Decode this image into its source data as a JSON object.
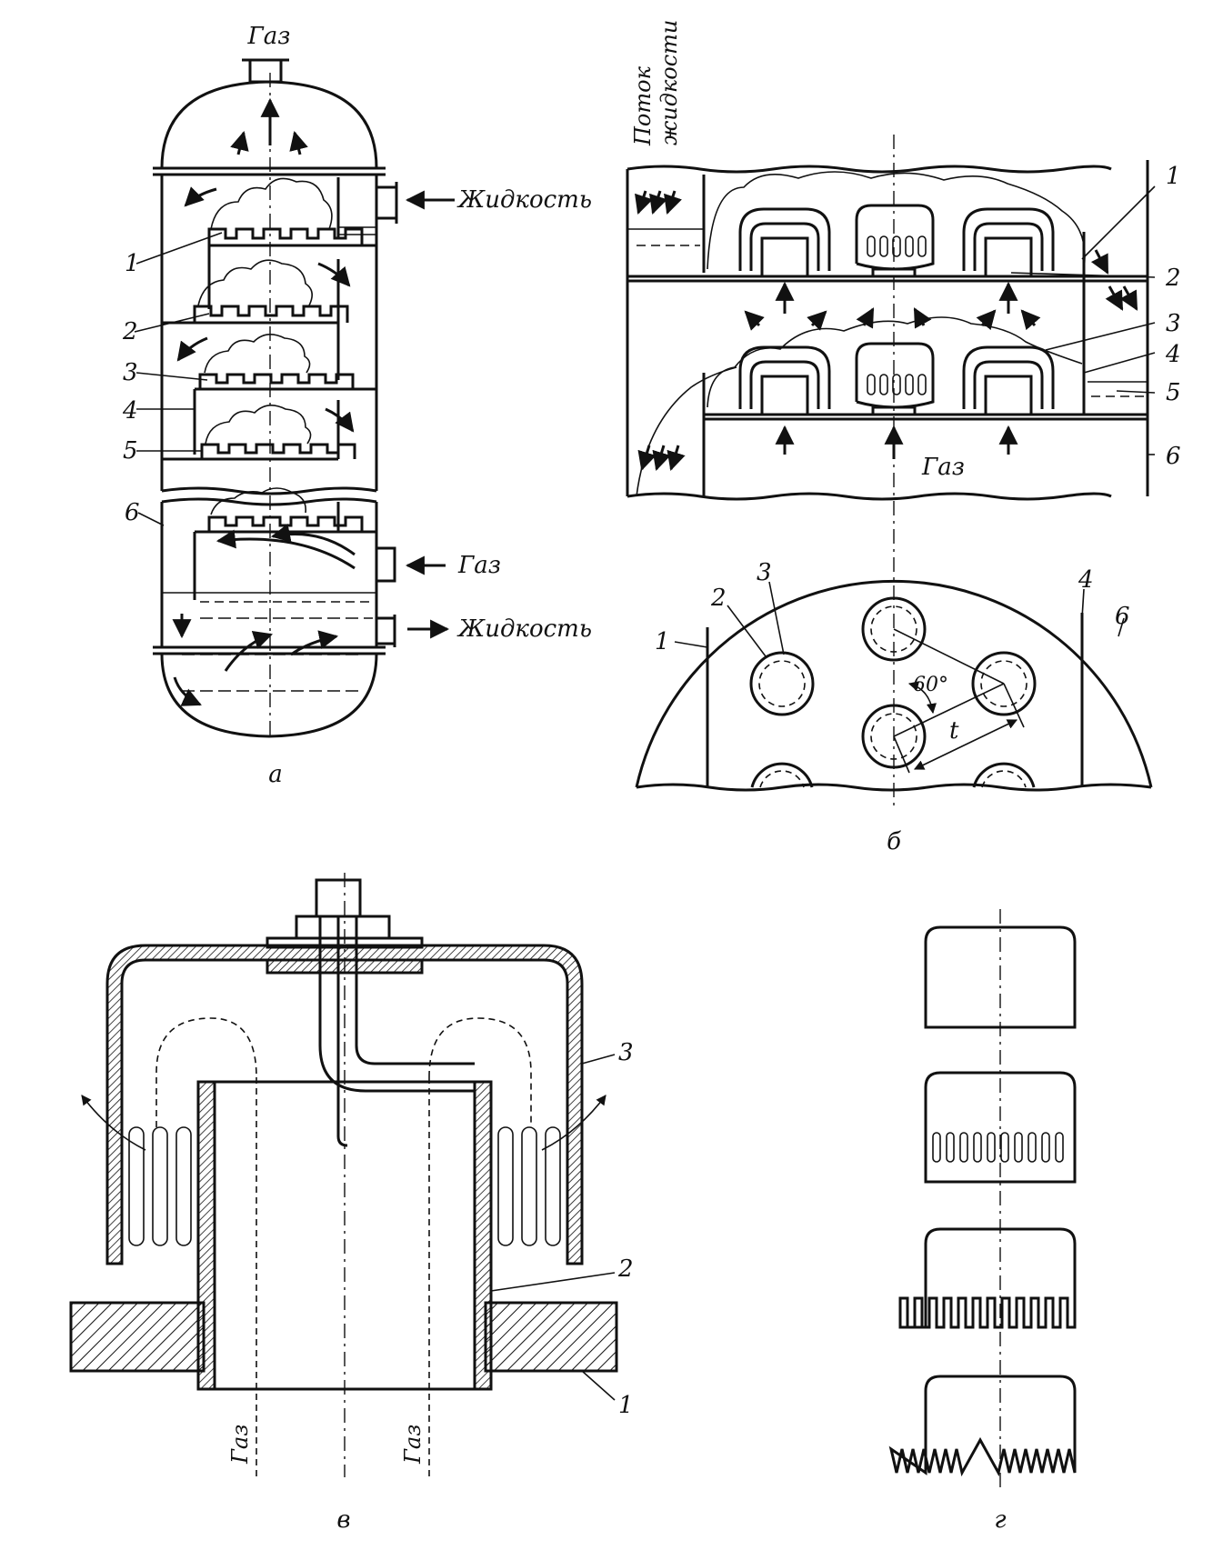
{
  "panel_a": {
    "label": "а",
    "gas_top": "Газ",
    "liquid_in": "Жидкость",
    "gas_in": "Газ",
    "liquid_out": "Жидкость",
    "callouts": [
      "1",
      "2",
      "3",
      "4",
      "5",
      "6"
    ]
  },
  "panel_b": {
    "label": "б",
    "flow_label_line1": "Поток",
    "flow_label_line2": "жидкости",
    "gas": "Газ",
    "callouts": [
      "1",
      "2",
      "3",
      "4",
      "5",
      "6"
    ],
    "plan_callouts": [
      "1",
      "2",
      "3",
      "4",
      "6"
    ],
    "angle": "60°",
    "pitch": "t"
  },
  "panel_v": {
    "label": "в",
    "gas_left": "Газ",
    "gas_right": "Газ",
    "callouts": [
      "3",
      "2",
      "1"
    ]
  },
  "panel_g": {
    "label": "г"
  },
  "colors": {
    "ink": "#111111",
    "paper": "#ffffff"
  }
}
